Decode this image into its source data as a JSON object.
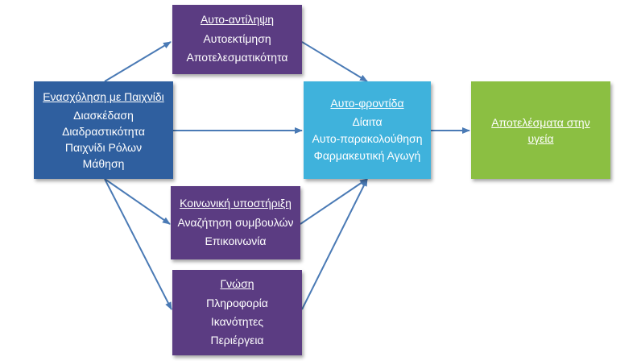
{
  "colors": {
    "engagement": "#2f5f9f",
    "purple": "#5b3c82",
    "selfcare": "#3fb2dc",
    "outcomes": "#8bbf42",
    "arrow": "#4a7ab5"
  },
  "nodes": {
    "engagement": {
      "title": "Ενασχόληση με Παιχνίδι",
      "items": [
        "Διασκέδαση",
        "Διαδραστικότητα",
        "Παιχνίδι Ρόλων",
        "Μάθηση"
      ]
    },
    "perception": {
      "title": "Αυτο-αντίληψη",
      "items": [
        "Αυτοεκτίμηση",
        "Αποτελεσματικότητα"
      ]
    },
    "social": {
      "title": "Κοινωνική υποστήριξη",
      "items": [
        "Αναζήτηση συμβουλών",
        "Επικοινωνία"
      ]
    },
    "knowledge": {
      "title": "Γνώση",
      "items": [
        "Πληροφορία",
        "Ικανότητες",
        "Περιέργεια"
      ]
    },
    "selfcare": {
      "title": "Αυτο-φροντίδα",
      "items": [
        "Δίαιτα",
        "Αυτο-παρακολούθηση",
        "Φαρμακευτική Αγωγή"
      ]
    },
    "outcomes": {
      "title_lines": [
        "Αποτελέσματα στην",
        "υγεία"
      ]
    }
  }
}
